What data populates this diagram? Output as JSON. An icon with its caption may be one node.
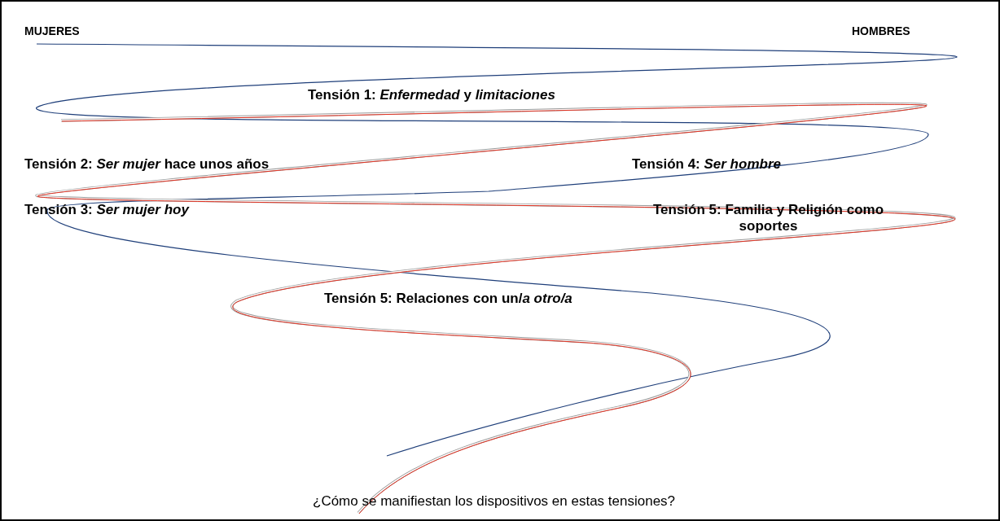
{
  "diagram": {
    "labels": [
      "MUJERES",
      "HOMBRES",
      "Tensión 1: *Enfermedad* y *limitaciones*",
      "Tensión 2: *Ser mujer* hace unos años",
      "Tensión 4: *Ser hombre*",
      "Tensión 3: *Ser mujer hoy*",
      "Tensión 5: Familia y Religión como soportes",
      "Tensión 5: Relaciones con un/*a otro/a*",
      "¿Cómo se manifiestan los dispositivos en estas tensiones?"
    ]
  }
}
